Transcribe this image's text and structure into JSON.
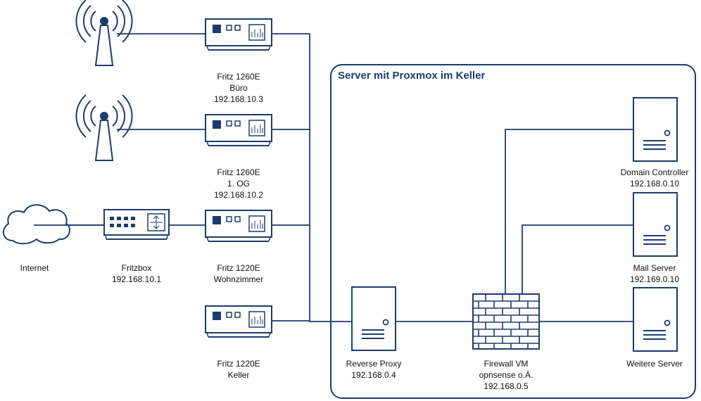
{
  "group": {
    "title": "Server mit Proxmox im Keller"
  },
  "nodes": {
    "repeater_buero": {
      "lines": [
        "Fritz 1260E",
        "Büro",
        "192.168.10.3"
      ]
    },
    "repeater_og": {
      "lines": [
        "Fritz 1260E",
        "1. OG",
        "192.168.10.2"
      ]
    },
    "repeater_wohnzimmer": {
      "lines": [
        "Fritz 1220E",
        "Wohnzimmer"
      ]
    },
    "repeater_keller": {
      "lines": [
        "Fritz 1220E",
        "Keller"
      ]
    },
    "internet": {
      "lines": [
        "Internet"
      ]
    },
    "fritzbox": {
      "lines": [
        "Fritzbox",
        "192.168.10.1"
      ]
    },
    "reverse_proxy": {
      "lines": [
        "Reverse Proxy",
        "192.168.0.4"
      ]
    },
    "firewall": {
      "lines": [
        "Firewall VM",
        "opnsense o.Ä.",
        "192.168.0.5"
      ]
    },
    "domain_controller": {
      "lines": [
        "Domain Controller",
        "192.168.0.10"
      ]
    },
    "mail_server": {
      "lines": [
        "Mail Server",
        "192.169.0.10"
      ]
    },
    "weitere_server": {
      "lines": [
        "Weitere Server"
      ]
    }
  },
  "colors": {
    "stroke": "#1d3c6e",
    "text": "#111111"
  },
  "icons": {
    "antenna": "antenna-icon",
    "repeater": "powerline-adapter-icon",
    "router": "router-icon",
    "cloud": "cloud-icon",
    "server": "server-tower-icon",
    "firewall": "brick-wall-icon"
  }
}
